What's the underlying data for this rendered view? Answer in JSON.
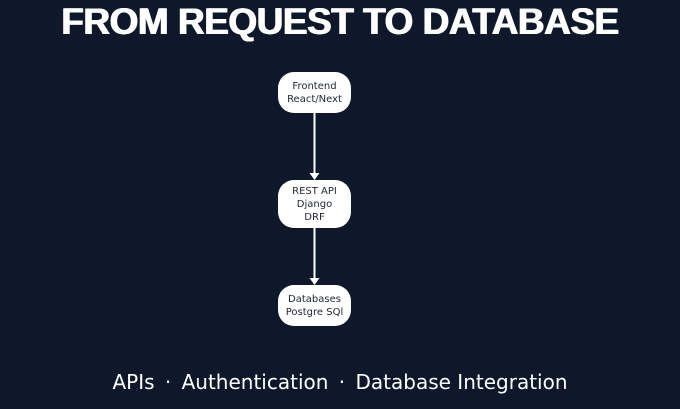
{
  "title": "FROM REQUEST TO DATABASE",
  "nodes": {
    "frontend": {
      "line1": "Frontend",
      "line2": "React/Next"
    },
    "api": {
      "line1": "REST API",
      "line2": "Django",
      "line3": "DRF"
    },
    "database": {
      "line1": "Databases",
      "line2": "Postgre SQl"
    }
  },
  "footer": {
    "item1": "APIs",
    "item2": "Authentication",
    "item3": "Database Integration",
    "separator": "·"
  },
  "colors": {
    "background": "#0e182a",
    "node": "#ffffff",
    "text": "#ffffff",
    "arrow": "#ffffff"
  }
}
